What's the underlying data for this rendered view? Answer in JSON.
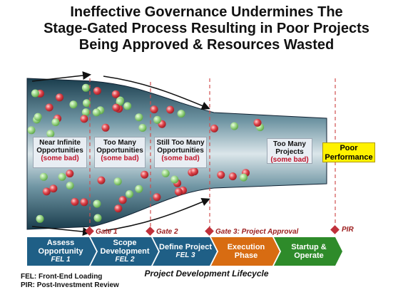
{
  "title": {
    "line1": "Ineffective Governance Undermines The",
    "line2": "Stage-Gated Process Resulting in Poor Projects",
    "line3": "Being Approved & Resources Wasted"
  },
  "stages": [
    {
      "text": "Near Infinite Opportunities",
      "bad": "(some bad)"
    },
    {
      "text": "Too Many Opportunities",
      "bad": "(some bad)"
    },
    {
      "text": "Still Too Many Opportunities",
      "bad": "(some bad)"
    },
    {
      "text": "Too Many Projects",
      "bad": "(some bad)"
    }
  ],
  "outcome": "Poor Performance",
  "gates": [
    "Gate 1",
    "Gate 2",
    "Gate 3: Project Approval",
    "PIR"
  ],
  "phases": [
    {
      "name": "Assess Opportunity",
      "sub": "FEL 1",
      "color": "#1f5f86"
    },
    {
      "name": "Scope Development",
      "sub": "FEL 2",
      "color": "#1f5f86"
    },
    {
      "name": "Define Project",
      "sub": "FEL 3",
      "color": "#1f5f86"
    },
    {
      "name": "Execution Phase",
      "sub": "",
      "color": "#d86c12"
    },
    {
      "name": "Startup & Operate",
      "sub": "",
      "color": "#2e8b2a"
    }
  ],
  "lifecycle_label": "Project Development Lifecycle",
  "legend": [
    "FEL: Front-End Loading",
    "PIR: Post-Investment Review"
  ],
  "colors": {
    "funnel_dark": "#1c4a5c",
    "funnel_light": "#b8cdd4",
    "good_ball": "#9fd88a",
    "bad_ball": "#e0454c",
    "gate_marker": "#c0303a",
    "outcome": "#fff200"
  }
}
